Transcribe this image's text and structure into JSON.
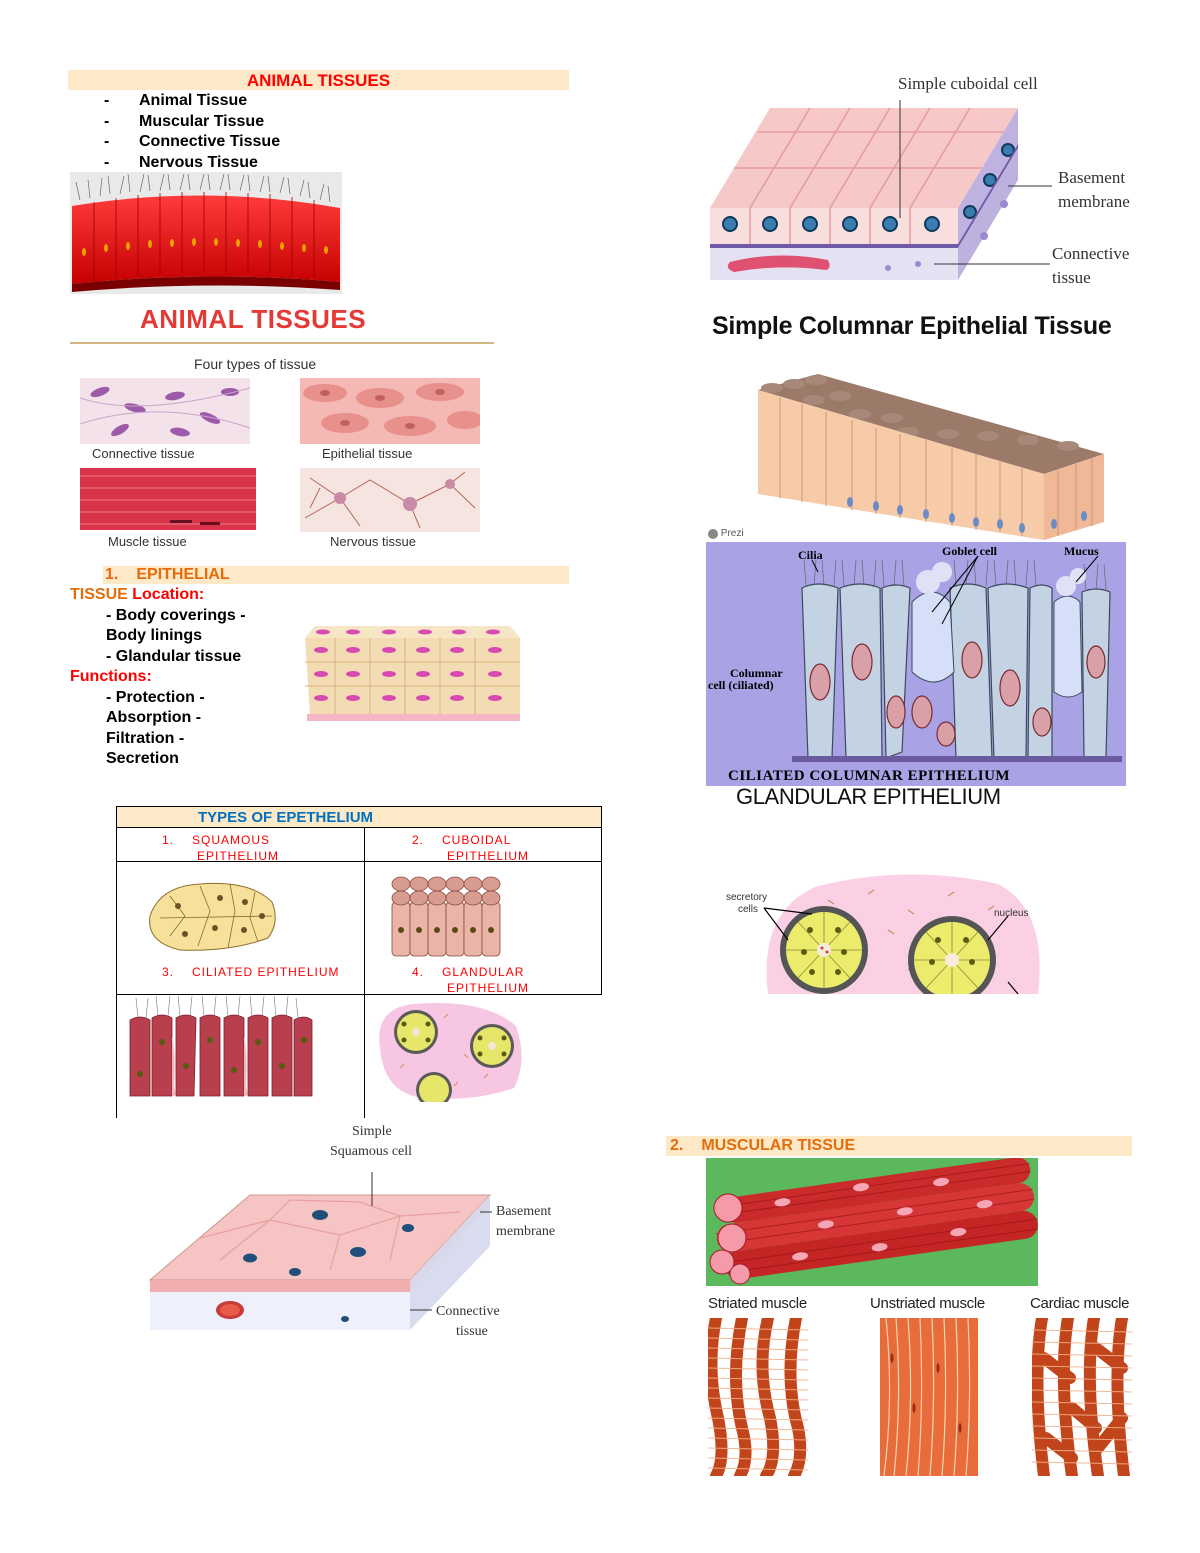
{
  "left": {
    "header_title": "ANIMAL TISSUES",
    "bullet_items": [
      "Animal Tissue",
      "Muscular Tissue",
      "Connective Tissue",
      "Nervous Tissue"
    ],
    "bullet_dash": "-",
    "figure_title": "ANIMAL TISSUES",
    "figure_subtitle": "Four types of tissue",
    "figure_panels": [
      "Connective tissue",
      "Epithelial tissue",
      "Muscle tissue",
      "Nervous tissue"
    ],
    "section1": {
      "number": "1.",
      "title_a": "EPITHELIAL",
      "title_b": "TISSUE",
      "location_label": "Location:",
      "location_lines": [
        "- Body coverings -",
        "Body linings",
        "- Glandular tissue"
      ],
      "functions_label": "Functions:",
      "function_lines": [
        "- Protection -",
        "Absorption -",
        "Filtration -",
        "Secretion"
      ]
    },
    "types_table": {
      "title": "TYPES OF EPETHELIUM",
      "cells": [
        {
          "num": "1.",
          "line1": "SQUAMOUS",
          "line2": "EPITHELIUM"
        },
        {
          "num": "2.",
          "line1": "CUBOIDAL",
          "line2": "EPITHELIUM"
        },
        {
          "num": "3.",
          "line1": "CILIATED EPITHELIUM",
          "line2": ""
        },
        {
          "num": "4.",
          "line1": "GLANDULAR",
          "line2": "EPITHELIUM"
        }
      ]
    },
    "squamous_diagram": {
      "label_top_1": "Simple",
      "label_top_2": "Squamous cell",
      "label_basement_1": "Basement",
      "label_basement_2": "membrane",
      "label_connective_1": "Connective",
      "label_connective_2": "tissue"
    }
  },
  "right": {
    "cuboidal_diagram": {
      "label_top": "Simple cuboidal cell",
      "label_basement_1": "Basement",
      "label_basement_2": "membrane",
      "label_connective_1": "Connective",
      "label_connective_2": "tissue"
    },
    "columnar_title": "Simple Columnar Epithelial Tissue",
    "prezi_label": "Prezi",
    "ciliated_diagram": {
      "cilia": "Cilia",
      "goblet": "Goblet cell",
      "mucus": "Mucus",
      "columnar_1": "Columnar",
      "columnar_2": "cell (ciliated)",
      "caption": "CILIATED COLUMNAR EPITHELIUM"
    },
    "glandular_title": "GLANDULAR EPITHELIUM",
    "glandular_diagram": {
      "secretory_1": "secretory",
      "secretory_2": "cells",
      "nucleus": "nucleus"
    },
    "section2": {
      "number": "2.",
      "title": "MUSCULAR TISSUE"
    },
    "muscle_labels": [
      "Striated muscle",
      "Unstriated muscle",
      "Cardiac muscle"
    ]
  },
  "colors": {
    "header_band": "#fde9c8",
    "red_heading": "#ff0000",
    "orange_heading": "#e46c0a",
    "table_title": "#0070c0"
  }
}
